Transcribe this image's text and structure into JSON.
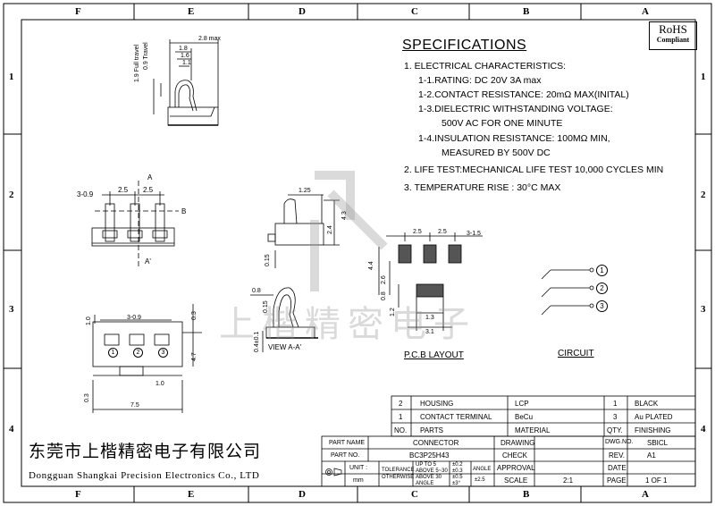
{
  "zones": {
    "top": [
      "F",
      "E",
      "D",
      "C",
      "B",
      "A"
    ],
    "left": [
      "1",
      "2",
      "3",
      "4"
    ]
  },
  "rohs": {
    "line1": "RoHS",
    "line2": "Compliant"
  },
  "specifications": {
    "title": "SPECIFICATIONS",
    "lines": [
      "1. ELECTRICAL CHARACTERISTICS:",
      "1-1.RATING: DC 20V 3A max",
      "1-2.CONTACT RESISTANCE: 20mΩ MAX(INITAL)",
      "1-3.DIELECTRIC WITHSTANDING VOLTAGE:",
      "500V AC FOR ONE MINUTE",
      "1-4.INSULATION RESISTANCE: 100MΩ MIN,",
      "MEASURED BY 500V DC",
      "2. LIFE TEST:MECHANICAL LIFE TEST 10,000 CYCLES MIN",
      "3. TEMPERATURE RISE : 30°C MAX"
    ]
  },
  "dimensions": {
    "side_top": [
      "2.8 max",
      "1.8",
      "1.6",
      "1.1",
      "0.9 Travel",
      "1.9 Full travel"
    ],
    "front": [
      "3-0.9",
      "2.5",
      "2.5",
      "A",
      "B",
      "A'"
    ],
    "side_mid": [
      "1.25",
      "4.3",
      "2.4",
      "0.15"
    ],
    "section": [
      "0.8",
      "0.15",
      "0.4±0.1",
      "VIEW A-A'"
    ],
    "bottom": [
      "1.0",
      "3-0.9",
      "0.3",
      "4.7",
      "1.0",
      "0.3",
      "7.5"
    ],
    "pcb": [
      "2.5",
      "2.5",
      "3-1.5",
      "4.4",
      "2.6",
      "0.8",
      "1.2",
      "1.3",
      "3.1"
    ]
  },
  "captions": {
    "pcb": "P.C.B LAYOUT",
    "circuit": "CIRCUIT"
  },
  "circuit_pins": [
    "1",
    "2",
    "3"
  ],
  "pin_marks": [
    "1",
    "2",
    "3"
  ],
  "watermark": "上楷精密电子",
  "bom": {
    "rows": [
      {
        "no": "2",
        "part": "HOUSING",
        "material": "LCP",
        "qty": "1",
        "finish": "BLACK"
      },
      {
        "no": "1",
        "part": "CONTACT TERMINAL",
        "material": "BeCu",
        "qty": "3",
        "finish": "Au PLATED"
      }
    ],
    "header": {
      "no": "NO.",
      "part": "PARTS",
      "material": "MATERIAL",
      "qty": "QTY.",
      "finish": "FINISHING"
    }
  },
  "title_block": {
    "part_name_label": "PART NAME",
    "part_name": "CONNECTOR",
    "part_no_label": "PART NO.",
    "part_no": "BC3P25H43",
    "unit_label": "UNIT :",
    "unit": "mm",
    "tolerance_label": "TOLERANCE",
    "otherwise_label": "OTHERWISE",
    "tol_rows": [
      {
        "range": "UP TO 5",
        "val": "±0.2"
      },
      {
        "range": "ABOVE 5~30",
        "val": "±0.3"
      },
      {
        "range": "ABOVE 30",
        "val": "±0.5"
      },
      {
        "range": "ANGLE",
        "val": "±3°"
      }
    ],
    "angle_label": "ANGLE",
    "angle_val": "±2.5",
    "drawing_label": "DRAWING",
    "check_label": "CHECK",
    "approval_label": "APPROVAL",
    "scale_label": "SCALE",
    "scale": "2:1",
    "dwg_no_label": "DWG.NO.",
    "dwg_no": "SBICL",
    "rev_label": "REV.",
    "rev": "A1",
    "date_label": "DATE",
    "page_label": "PAGE",
    "page": "1 OF 1"
  },
  "company": {
    "cn": "东莞市上楷精密电子有限公司",
    "en": "Dongguan Shangkai Precision Electronics Co., LTD"
  }
}
